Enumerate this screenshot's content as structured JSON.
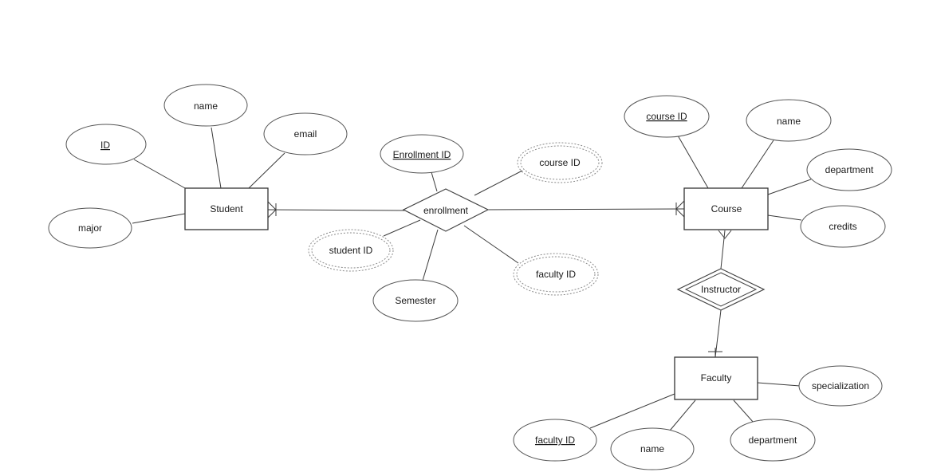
{
  "entities": {
    "student": "Student",
    "course": "Course",
    "faculty": "Faculty"
  },
  "relationships": {
    "enrollment": "enrollment",
    "instructor": "Instructor"
  },
  "attributes": {
    "student_id_key": "ID",
    "student_name": "name",
    "student_email": "email",
    "student_major": "major",
    "enrollment_id": "Enrollment ID",
    "enroll_course_id": "course ID",
    "enroll_student_id": "student ID",
    "enroll_semester": "Semester",
    "enroll_faculty_id": "faculty ID",
    "course_id_key": "course ID",
    "course_name": "name",
    "course_department": "department",
    "course_credits": "credits",
    "faculty_id_key": "faculty ID",
    "faculty_name": "name",
    "faculty_department": "department",
    "faculty_specialization": "specialization"
  }
}
